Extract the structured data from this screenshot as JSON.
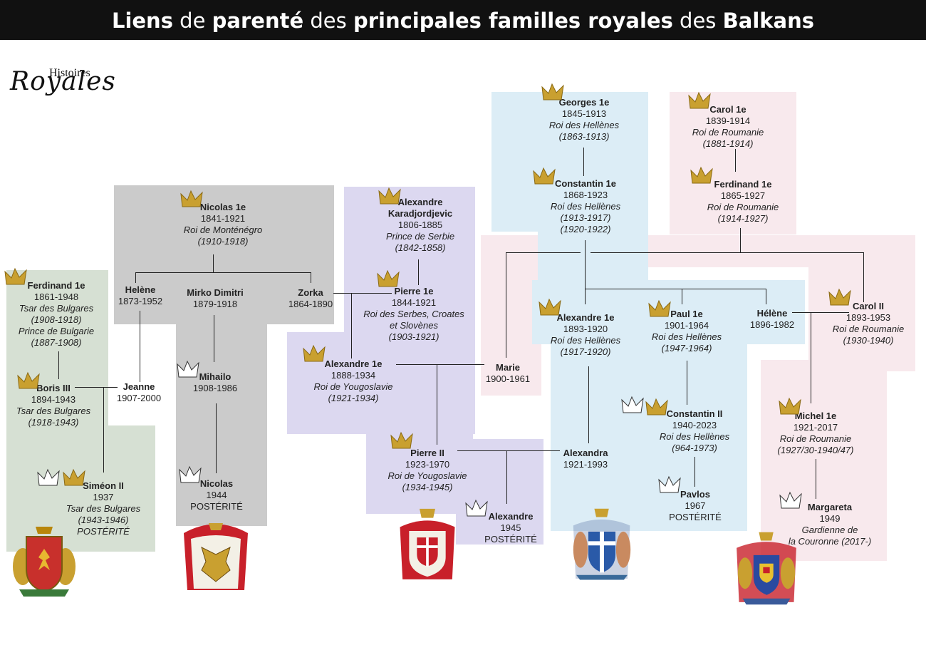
{
  "title": {
    "w1": "Liens",
    "w2": " de ",
    "w3": "parenté",
    "w4": " des ",
    "w5": "principales familles royales",
    "w6": " des ",
    "w7": "Balkans"
  },
  "logo": {
    "top": "Histoires",
    "bottom": "Royales"
  },
  "colors": {
    "gold": "#c9a030",
    "bulgaria": "#d6e0d3",
    "montenegro": "#cbcbcb",
    "serbia": "#dcd8f0",
    "greece": "#dcedf6",
    "romania": "#f8e9ed"
  },
  "people": {
    "ferdinand_bg": {
      "name": "Ferdinand 1e",
      "years": "1861-1948",
      "t1": "Tsar des Bulgares",
      "t2": "(1908-1918)",
      "t3": "Prince de Bulgarie",
      "t4": "(1887-1908)"
    },
    "boris": {
      "name": "Boris III",
      "years": "1894-1943",
      "t1": "Tsar des Bulgares",
      "t2": "(1918-1943)"
    },
    "simeon": {
      "name": "Siméon II",
      "years": "1937",
      "t1": "Tsar des Bulgares",
      "t2": "(1943-1946)",
      "t3": "POSTÉRITÉ"
    },
    "jeanne": {
      "name": "Jeanne",
      "years": "1907-2000"
    },
    "nicolas1": {
      "name": "Nicolas 1e",
      "years": "1841-1921",
      "t1": "Roi de Monténégro",
      "t2": "(1910-1918)"
    },
    "helene_mn": {
      "name": "Helène",
      "years": "1873-1952"
    },
    "mirko": {
      "name": "Mirko Dimitri",
      "years": "1879-1918"
    },
    "zorka": {
      "name": "Zorka",
      "years": "1864-1890"
    },
    "mihailo": {
      "name": "Mihailo",
      "years": "1908-1986"
    },
    "nicolas_b": {
      "name": "Nicolas",
      "years": "1944",
      "post": "POSTÉRITÉ"
    },
    "alexandre_k": {
      "name": "Alexandre",
      "name2": "Karadjordjevic",
      "years": "1806-1885",
      "t1": "Prince de Serbie",
      "t2": "(1842-1858)"
    },
    "pierre1": {
      "name": "Pierre 1e",
      "years": "1844-1921",
      "t1": "Roi des Serbes, Croates",
      "t2": "et Slovènes",
      "t3": "(1903-1921)"
    },
    "alexandre_yu": {
      "name": "Alexandre 1e",
      "years": "1888-1934",
      "t1": "Roi de Yougoslavie",
      "t2": "(1921-1934)"
    },
    "pierre2": {
      "name": "Pierre II",
      "years": "1923-1970",
      "t1": "Roi de Yougoslavie",
      "t2": "(1934-1945)"
    },
    "alexandre_b": {
      "name": "Alexandre",
      "years": "1945",
      "post": "POSTÉRITÉ"
    },
    "marie": {
      "name": "Marie",
      "years": "1900-1961"
    },
    "georges": {
      "name": "Georges 1e",
      "years": "1845-1913",
      "t1": "Roi des Hellènes",
      "t2": "(1863-1913)"
    },
    "constantin1": {
      "name": "Constantin 1e",
      "years": "1868-1923",
      "t1": "Roi des Hellènes",
      "t2": "(1913-1917)",
      "t3": "(1920-1922)"
    },
    "alexandre_gr": {
      "name": "Alexandre 1e",
      "years": "1893-1920",
      "t1": "Roi des Hellènes",
      "t2": "(1917-1920)"
    },
    "paul": {
      "name": "Paul 1e",
      "years": "1901-1964",
      "t1": "Roi des Hellènes",
      "t2": "(1947-1964)"
    },
    "helene_gr": {
      "name": "Hélène",
      "years": "1896-1982"
    },
    "constantin2": {
      "name": "Constantin II",
      "years": "1940-2023",
      "t1": "Roi des Hellènes",
      "t2": "(964-1973)"
    },
    "pavlos": {
      "name": "Pavlos",
      "years": "1967",
      "post": "POSTÉRITÉ"
    },
    "alexandra": {
      "name": "Alexandra",
      "years": "1921-1993"
    },
    "carol1": {
      "name": "Carol 1e",
      "years": "1839-1914",
      "t1": "Roi de Roumanie",
      "t2": "(1881-1914)"
    },
    "ferdinand_ro": {
      "name": "Ferdinand 1e",
      "years": "1865-1927",
      "t1": "Roi de Roumanie",
      "t2": "(1914-1927)"
    },
    "carol2": {
      "name": "Carol II",
      "years": "1893-1953",
      "t1": "Roi de Roumanie",
      "t2": "(1930-1940)"
    },
    "michel": {
      "name": "Michel 1e",
      "years": "1921-2017",
      "t1": "Roi de Roumanie",
      "t2": "(1927/30-1940/47)"
    },
    "margareta": {
      "name": "Margareta",
      "years": "1949",
      "t1": "Gardienne de",
      "t2": "la Couronne (2017-)"
    }
  }
}
